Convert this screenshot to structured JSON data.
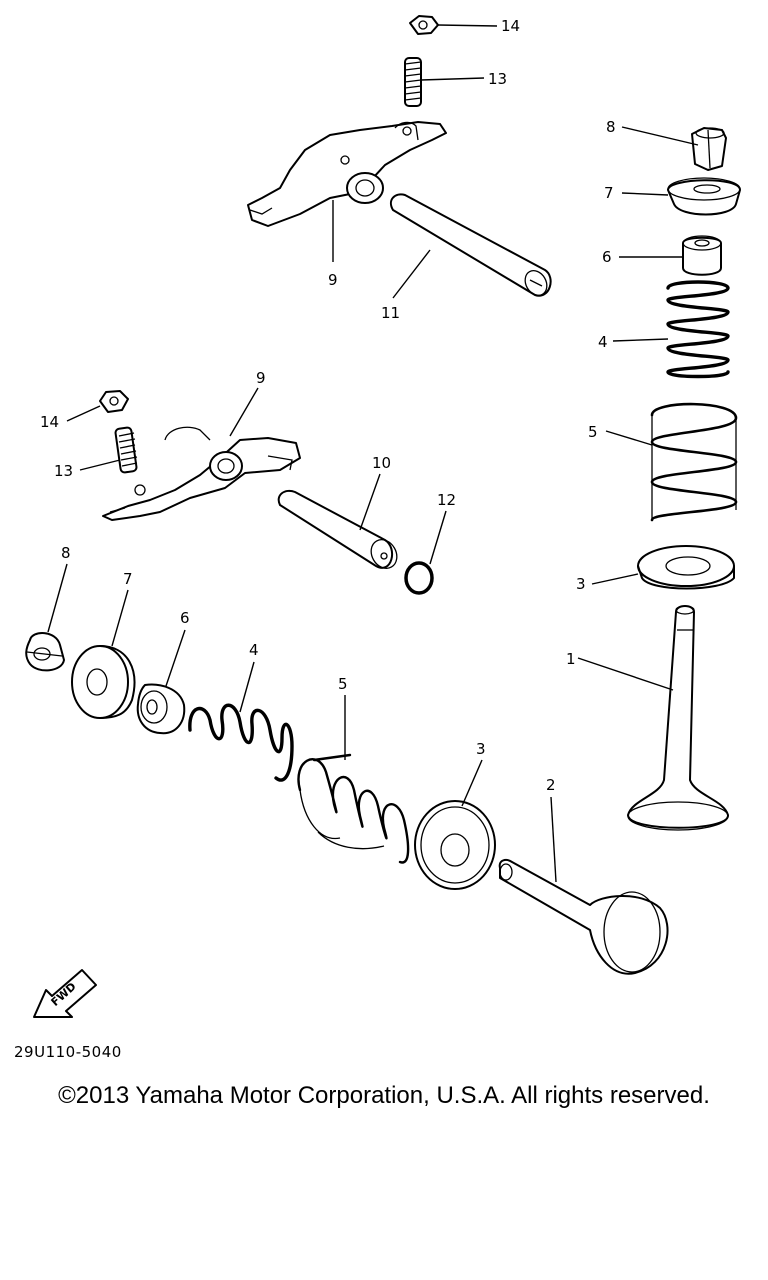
{
  "callouts": {
    "c1": "1",
    "c2": "2",
    "c3a": "3",
    "c3b": "3",
    "c4a": "4",
    "c4b": "4",
    "c5a": "5",
    "c5b": "5",
    "c6a": "6",
    "c6b": "6",
    "c7a": "7",
    "c7b": "7",
    "c8a": "8",
    "c8b": "8",
    "c9a": "9",
    "c9b": "9",
    "c10": "10",
    "c11": "11",
    "c12": "12",
    "c13a": "13",
    "c13b": "13",
    "c14a": "14",
    "c14b": "14"
  },
  "fwd_label": "FWD",
  "catalog_code": "29U110-5040",
  "copyright": "©2013 Yamaha Motor Corporation, U.S.A. All rights reserved."
}
